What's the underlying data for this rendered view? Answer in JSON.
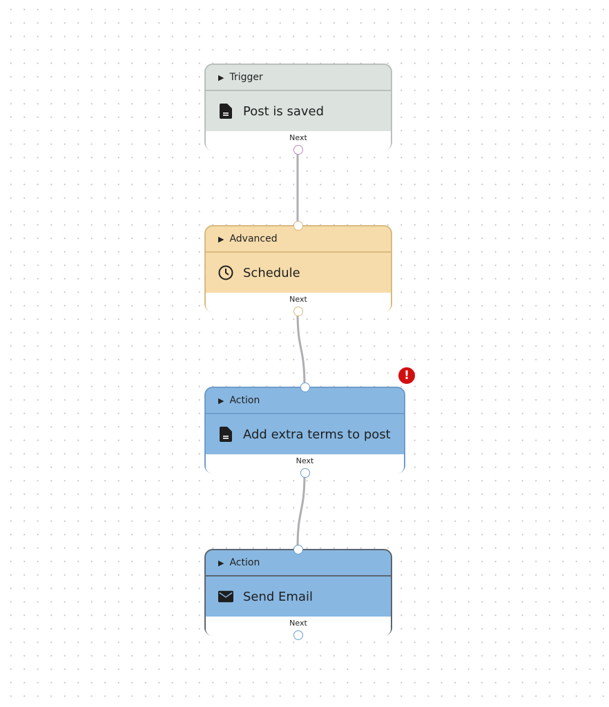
{
  "nodes": [
    {
      "category": "Trigger",
      "title": "Post is saved",
      "icon": "document-icon",
      "footer": "Next",
      "bg": "#dce3df",
      "border": "#b9c0bc",
      "handle": "#b48ab8"
    },
    {
      "category": "Advanced",
      "title": "Schedule",
      "icon": "clock-icon",
      "footer": "Next",
      "bg": "#f6dcab",
      "border": "#d9b97f",
      "handle": "#d9b97f"
    },
    {
      "category": "Action",
      "title": "Add extra terms to post",
      "icon": "document-icon",
      "footer": "Next",
      "bg": "#88b8e2",
      "border": "#6e9cc9",
      "handle": "#6e9cc9",
      "error": "!"
    },
    {
      "category": "Action",
      "title": "Send Email",
      "icon": "envelope-icon",
      "footer": "Next",
      "bg": "#88b8e2",
      "border": "#5b6470",
      "handle": "#6e9cc9"
    }
  ],
  "edge_color": "#aeaeb2"
}
